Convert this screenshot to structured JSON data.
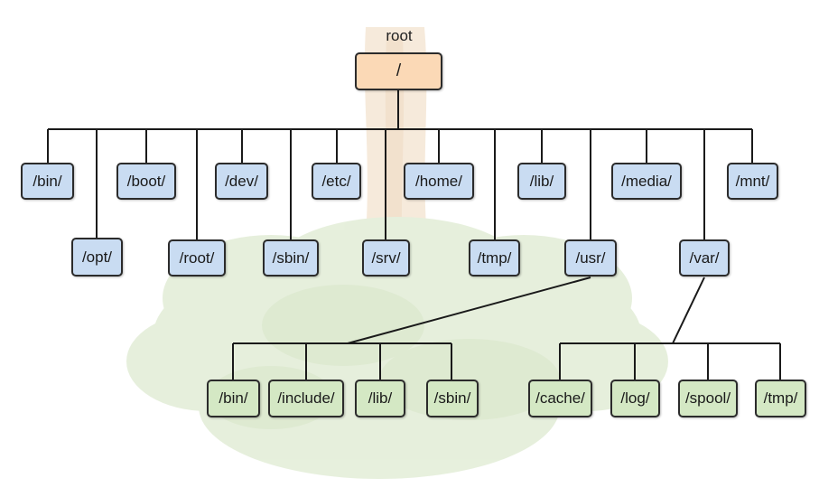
{
  "root": {
    "label": "root",
    "name": "/"
  },
  "top_dirs": [
    "/bin/",
    "/boot/",
    "/dev/",
    "/etc/",
    "/home/",
    "/lib/",
    "/media/",
    "/mnt/",
    "/opt/",
    "/root/",
    "/sbin/",
    "/srv/",
    "/tmp/",
    "/usr/",
    "/var/"
  ],
  "usr_children": [
    "/bin/",
    "/include/",
    "/lib/",
    "/sbin/"
  ],
  "var_children": [
    "/cache/",
    "/log/",
    "/spool/",
    "/tmp/"
  ],
  "colors": {
    "root_fill": "#fbd9b6",
    "dir_fill": "#c9dcf2",
    "sub_fill": "#d4e8c4",
    "line": "#1a1a1a",
    "tree_canopy": "#d3e3c1",
    "tree_trunk": "#f0d9bf"
  }
}
